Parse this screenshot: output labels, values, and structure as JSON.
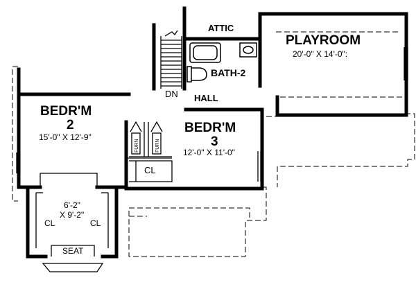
{
  "rooms": {
    "playroom": {
      "name": "PLAYROOM",
      "dims": "20'-0\" X 14'-0\":"
    },
    "bedroom2": {
      "name_line1": "BEDR'M",
      "name_line2": "2",
      "dims": "15'-0\" X 12'-9\""
    },
    "bedroom3": {
      "name_line1": "BEDR'M",
      "name_line2": "3",
      "dims": "12'-0\" X 11'-0\""
    },
    "bath2": {
      "name": "BATH-2"
    },
    "hall": {
      "name": "HALL"
    },
    "attic": {
      "name": "ATTIC"
    },
    "closet_bed3": {
      "name": "CL"
    },
    "alcove": {
      "dims_line1": "6'-2\"",
      "dims_line2": "X 9'-2\"",
      "closet_left": "CL",
      "closet_right": "CL",
      "seat": "SEAT"
    }
  },
  "labels": {
    "stair_dn": "DN",
    "furnace": "FURN"
  }
}
